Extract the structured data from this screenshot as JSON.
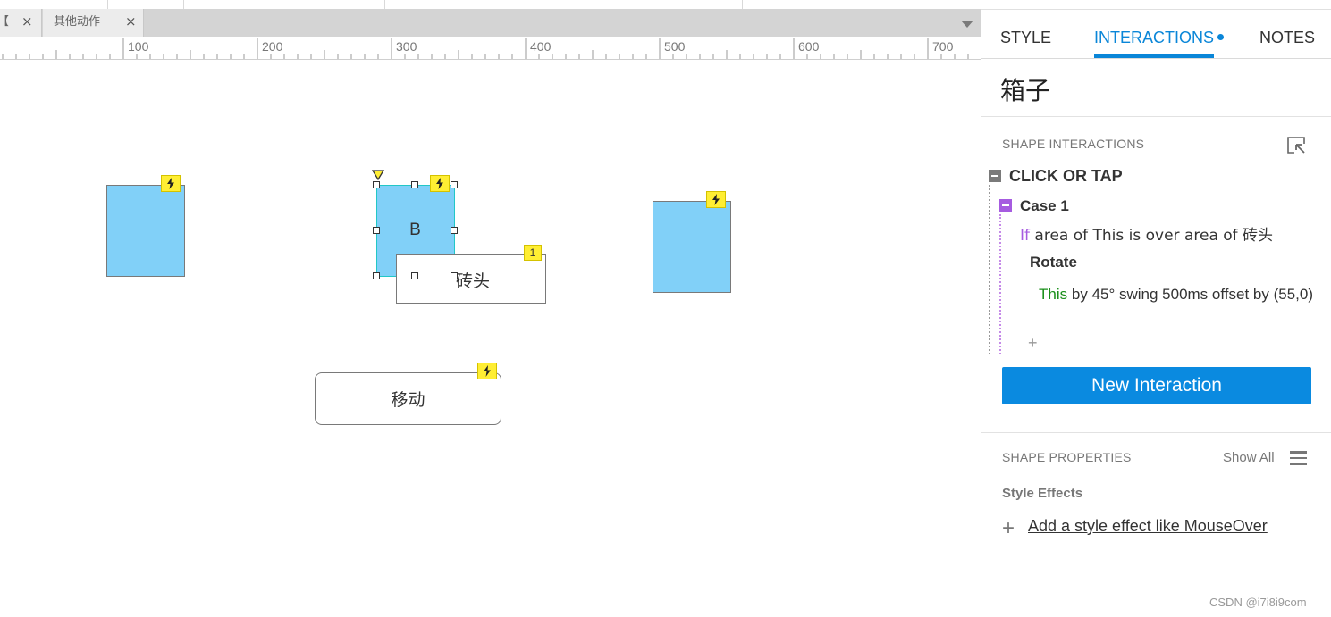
{
  "tabs": [
    {
      "label": "【",
      "close": "×"
    },
    {
      "label": "其他动作",
      "close": "×"
    }
  ],
  "ruler": {
    "labels": [
      "100",
      "200",
      "300",
      "400",
      "500",
      "600",
      "700"
    ]
  },
  "canvas": {
    "selected_box_label": "B",
    "brick_label": "砖头",
    "brick_badge": "1",
    "move_button_label": "移动"
  },
  "panel": {
    "tabs": {
      "style": "STYLE",
      "interactions": "INTERACTIONS",
      "notes": "NOTES"
    },
    "shape_name": "箱子",
    "shape_interactions_title": "SHAPE INTERACTIONS",
    "event": "CLICK OR TAP",
    "case": "Case 1",
    "condition": {
      "if": "If",
      "text": "area of This is over area of 砖头"
    },
    "action": {
      "title": "Rotate",
      "target": "This",
      "detail": "by 45° swing 500ms offset by (55,0)"
    },
    "add_action": "+",
    "new_interaction": "New Interaction",
    "shape_properties_title": "SHAPE PROPERTIES",
    "show_all": "Show All",
    "style_effects": "Style Effects",
    "add_effect_plus": "+",
    "add_effect": "Add a style effect like MouseOver"
  },
  "watermark": "CSDN @i7i8i9com",
  "colors": {
    "accent": "#0a86d8",
    "widget_fill": "#81d0f8",
    "badge": "#ffee33",
    "case_purple": "#a65be0",
    "target_green": "#1a8f1a"
  }
}
